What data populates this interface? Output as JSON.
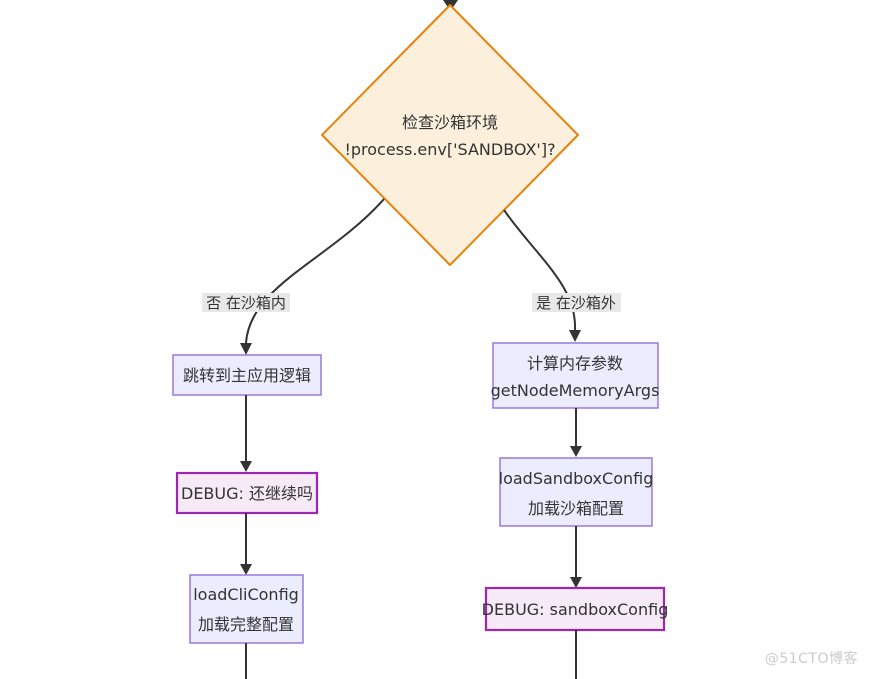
{
  "colors": {
    "decision_fill": "#FCF0DC",
    "decision_stroke": "#E8820C",
    "node_fill": "#ECECFF",
    "node_stroke": "#9370DB",
    "debug_fill": "#F5EAF6",
    "debug_stroke": "#9C27B0",
    "edge": "#333333",
    "edge_label_bg": "#E8E8E8",
    "text": "#333333",
    "watermark": "#CCCCCC"
  },
  "decision": {
    "line1": "检查沙箱环境",
    "line2": "!process.env['SANDBOX']?"
  },
  "edges": {
    "no": {
      "label": "否 在沙箱内"
    },
    "yes": {
      "label": "是 在沙箱外"
    }
  },
  "nodes": {
    "jump_main": {
      "line1": "跳转到主应用逻辑"
    },
    "calc_memory": {
      "line1": "计算内存参数",
      "line2": "getNodeMemoryArgs"
    },
    "debug_continue": {
      "line1": "DEBUG: 还继续吗"
    },
    "load_cli_config": {
      "line1": "loadCliConfig",
      "line2": "加载完整配置"
    },
    "load_sandbox_config": {
      "line1": "loadSandboxConfig",
      "line2": "加载沙箱配置"
    },
    "debug_sandbox_config": {
      "line1": "DEBUG: sandboxConfig"
    }
  },
  "watermark": "@51CTO博客"
}
